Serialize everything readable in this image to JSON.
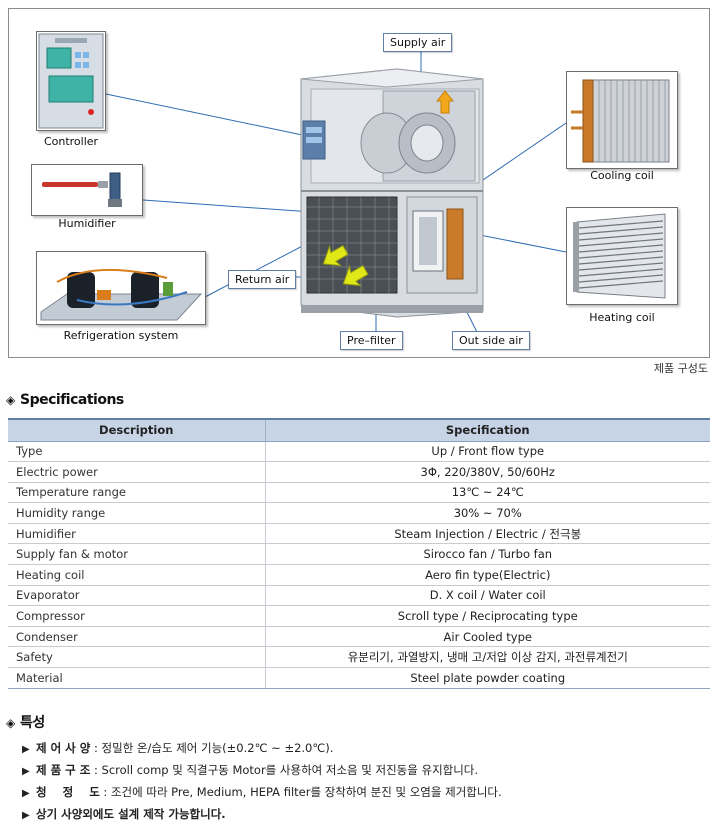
{
  "diagram": {
    "parts": {
      "controller": "Controller",
      "humidifier": "Humidifier",
      "refrigeration": "Refrigeration system",
      "cooling_coil": "Cooling coil",
      "heating_coil": "Heating coil"
    },
    "tags": {
      "supply_air": "Supply air",
      "return_air": "Return air",
      "pre_filter": "Pre–filter",
      "outside_air": "Out side air"
    },
    "caption": "제품 구성도"
  },
  "specifications": {
    "title": "Specifications",
    "columns": [
      "Description",
      "Specification"
    ],
    "rows": [
      [
        "Type",
        "Up / Front flow type"
      ],
      [
        "Electric power",
        "3Φ, 220/380V, 50/60Hz"
      ],
      [
        "Temperature range",
        "13℃ ~ 24℃"
      ],
      [
        "Humidity range",
        "30% ~ 70%"
      ],
      [
        "Humidifier",
        "Steam Injection / Electric / 전극봉"
      ],
      [
        "Supply fan & motor",
        "Sirocco fan / Turbo fan"
      ],
      [
        "Heating coil",
        "Aero fin type(Electric)"
      ],
      [
        "Evaporator",
        "D. X coil  / Water coil"
      ],
      [
        "Compressor",
        "Scroll type / Reciprocating type"
      ],
      [
        "Condenser",
        "Air Cooled type"
      ],
      [
        "Safety",
        "유분리기, 과열방지, 냉매 고/저압 이상 감지, 과전류계전기"
      ],
      [
        "Material",
        "Steel plate powder coating"
      ]
    ]
  },
  "features": {
    "title": "특성",
    "items": [
      {
        "key": "제 어 사 양",
        "text": "정밀한 온/습도 제어 기능(±0.2℃ ~ ±2.0℃)."
      },
      {
        "key": "제 품 구 조",
        "text": "Scroll comp 및 직결구동 Motor를 사용하여 저소음 및 저진동을 유지합니다."
      },
      {
        "key": "청    정    도",
        "text": "조건에 따라 Pre, Medium, HEPA filter를 장착하여 분진 및 오염을 제거합니다."
      }
    ],
    "note": "상기 사양외에도 설계 제작 가능합니다."
  },
  "colors": {
    "header_bg": "#c6d4e6",
    "accent_blue": "#5f7fa6",
    "leader_line": "#2f6db3"
  }
}
